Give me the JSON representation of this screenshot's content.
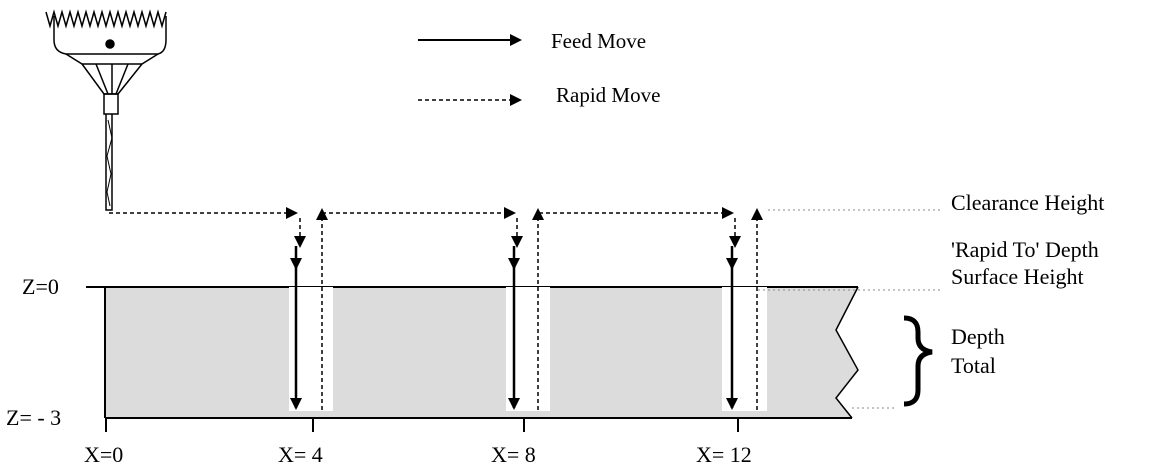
{
  "legend": {
    "feed_label": "Feed Move",
    "rapid_label": "Rapid Move"
  },
  "levels": {
    "clearance": "Clearance Height",
    "rapid_to": "'Rapid To' Depth",
    "surface": "Surface Height",
    "depth_line1": "Depth",
    "depth_line2": "Total"
  },
  "z_axis": {
    "top": "Z=0",
    "bottom": "Z= - 3"
  },
  "x_axis": {
    "ticks": [
      "X=0",
      "X= 4",
      "X= 8",
      "X= 12"
    ]
  },
  "colors": {
    "stock": "#dcdcdc",
    "line": "#000000",
    "hole": "#ffffff"
  }
}
